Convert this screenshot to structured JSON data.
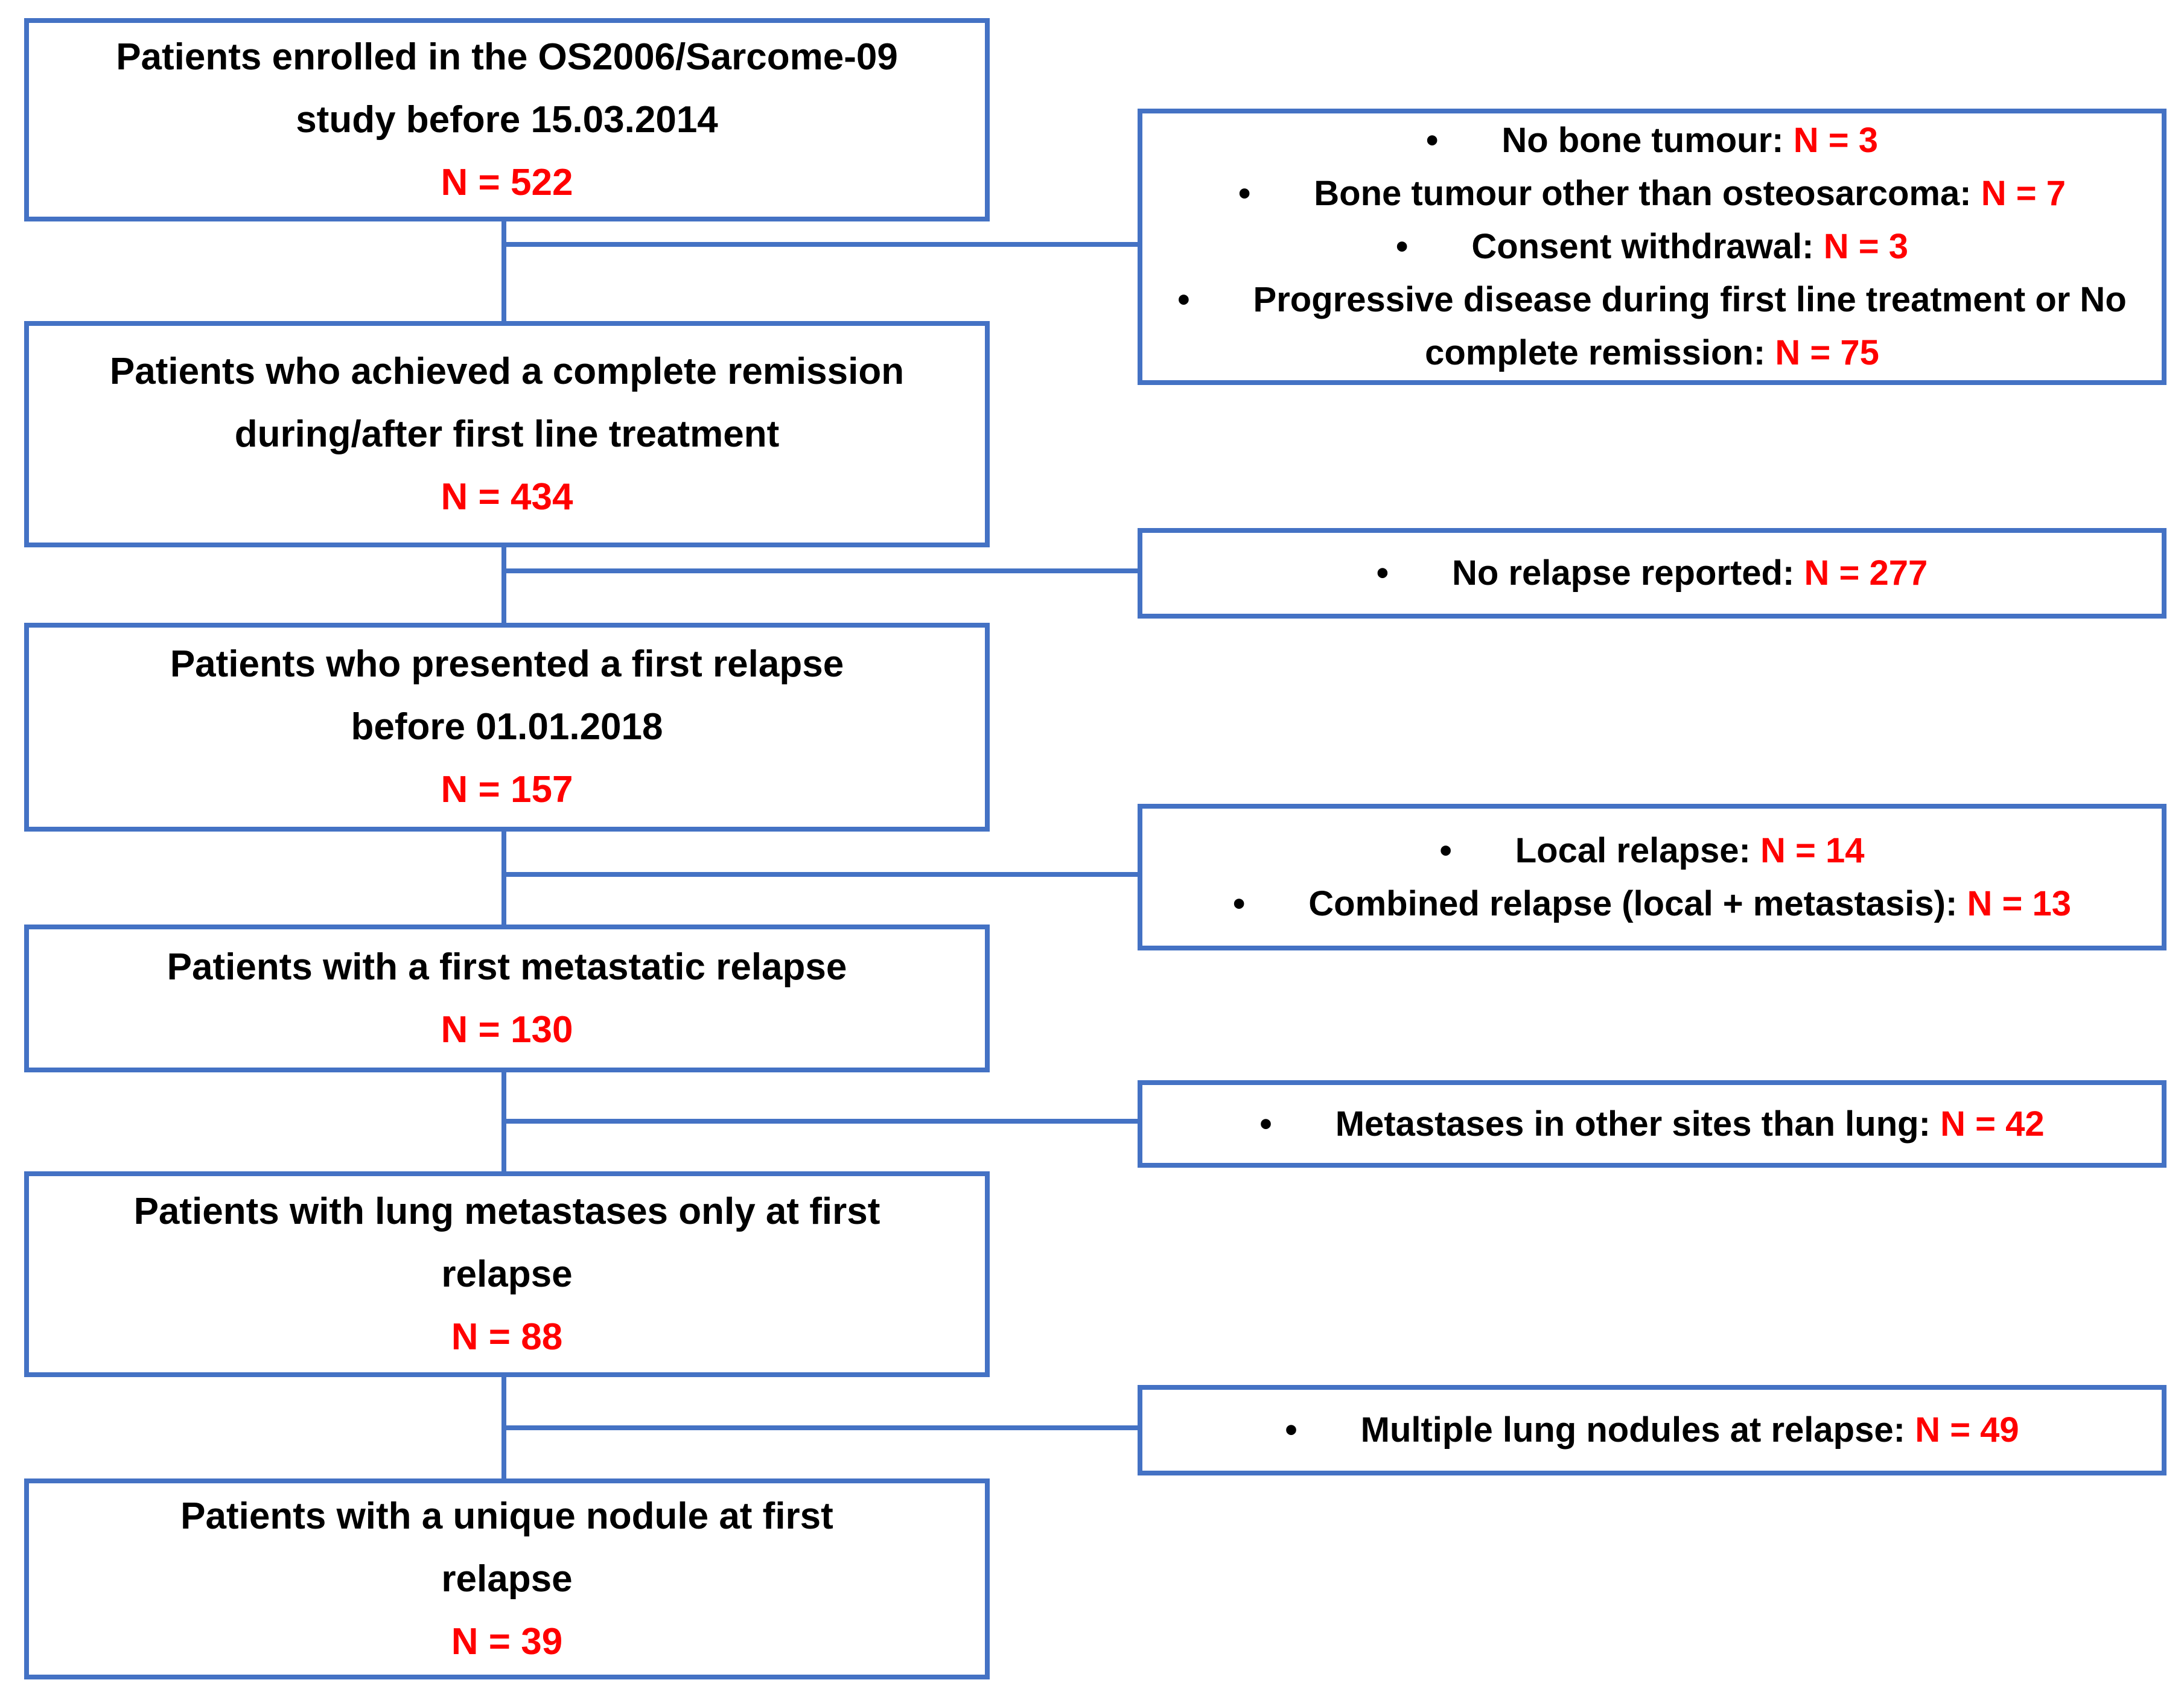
{
  "diagram": {
    "bullet": "•",
    "colors": {
      "border": "#4472C4",
      "number": "#FF0000",
      "text": "#000000"
    },
    "flow": [
      {
        "lines": [
          "Patients enrolled in the OS2006/Sarcome-09",
          "study before 15.03.2014"
        ],
        "n": "N = 522"
      },
      {
        "lines": [
          "Patients who achieved a complete remission",
          "during/after first line treatment"
        ],
        "n": "N = 434"
      },
      {
        "lines": [
          "Patients who presented a first relapse",
          "before 01.01.2018"
        ],
        "n": "N = 157"
      },
      {
        "lines": [
          "Patients with a first metastatic relapse"
        ],
        "n": "N = 130"
      },
      {
        "lines": [
          "Patients with lung metastases only at first",
          "relapse"
        ],
        "n": "N = 88"
      },
      {
        "lines": [
          "Patients with a unique nodule at first",
          "relapse"
        ],
        "n": "N = 39"
      }
    ],
    "exclusions": [
      {
        "items": [
          {
            "label": "No bone tumour:",
            "n": "N = 3"
          },
          {
            "label": "Bone tumour other than osteosarcoma:",
            "n": "N = 7"
          },
          {
            "label": "Consent withdrawal:",
            "n": "N = 3"
          },
          {
            "label": "Progressive disease during first line treatment or No complete remission:",
            "n": "N = 75"
          }
        ]
      },
      {
        "items": [
          {
            "label": "No relapse reported:",
            "n": "N = 277"
          }
        ]
      },
      {
        "items": [
          {
            "label": "Local relapse:",
            "n": "N = 14"
          },
          {
            "label": "Combined relapse (local + metastasis):",
            "n": "N = 13"
          }
        ]
      },
      {
        "items": [
          {
            "label": "Metastases in other sites than lung:",
            "n": "N = 42"
          }
        ]
      },
      {
        "items": [
          {
            "label": "Multiple lung nodules at relapse:",
            "n": "N = 49"
          }
        ]
      }
    ]
  }
}
